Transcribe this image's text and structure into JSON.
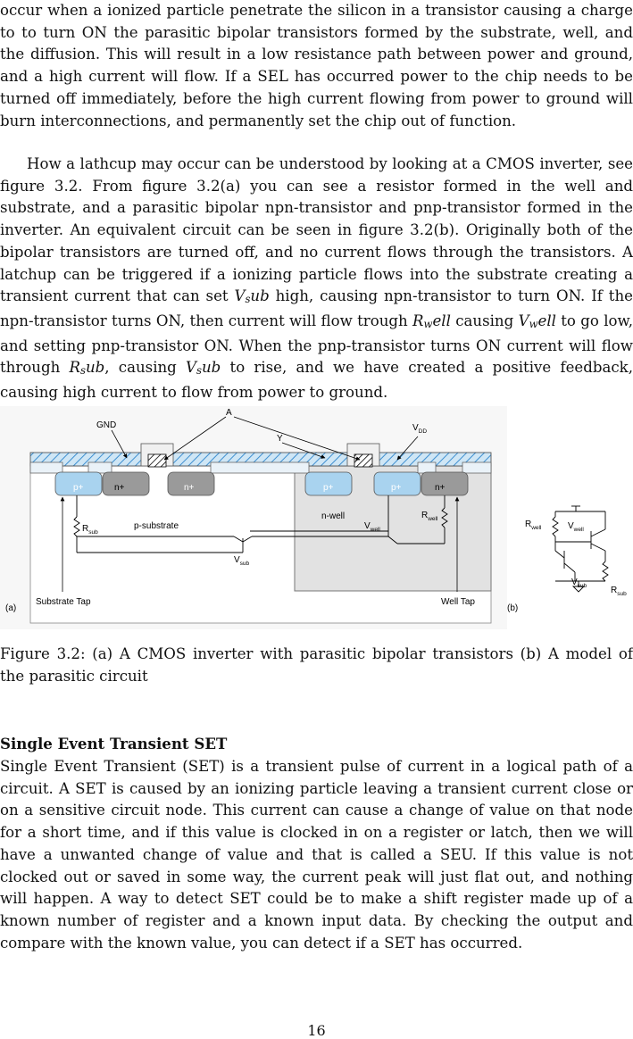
{
  "paragraph1": "occur when a ionized particle penetrate the silicon in a transistor causing a charge to to turn ON the parasitic bipolar transistors formed by the substrate, well, and the diffusion. This will result in a low resistance path between power and ground, and a high current will flow. If a SEL has occurred power to the chip needs to be turned off immediately, before the high current flowing from power to ground will burn interconnections, and permanently set the chip out of function.",
  "paragraph2": {
    "s1": "How a lathcup may occur can be understood by looking at a CMOS inverter, see figure 3.2. From figure 3.2(a) you can see a resistor formed in the well and substrate, and a parasitic bipolar npn-transistor and pnp-transistor formed in the inverter. An equivalent circuit can be seen in figure 3.2(b). Originally both of the bipolar transistors are turned off, and no current flows through the transistors. A latchup can be triggered if a ionizing particle flows into the substrate creating a transient current that can set ",
    "v1": "V",
    "v1s": "s",
    "v1r": "ub",
    "s2": " high, causing npn-transistor to turn ON. If the npn-transistor turns ON, then current will flow trough ",
    "v2": "R",
    "v2s": "w",
    "v2r": "ell",
    "s3": " causing ",
    "v3": "V",
    "v3s": "w",
    "v3r": "ell",
    "s4": " to go low, and setting pnp-transistor ON. When the pnp-transistor turns ON current will flow through ",
    "v4": "R",
    "v4s": "s",
    "v4r": "ub",
    "s5": ", causing ",
    "v5": "V",
    "v5s": "s",
    "v5r": "ub",
    "s6": " to rise, and we have created a positive feedback, causing high current to flow from power to ground."
  },
  "figure": {
    "labels": {
      "gnd": "GND",
      "a": "A",
      "y": "Y",
      "vdd": "V",
      "vdd_sub": "DD",
      "p1": "p+",
      "n1": "n+",
      "n2": "n+",
      "p2": "p+",
      "p3": "p+",
      "n3": "n+",
      "rsub": "R",
      "rsub_sub": "sub",
      "psub": "p-substrate",
      "nwell": "n-well",
      "vwell": "V",
      "vwell_sub": "well",
      "rwell": "R",
      "rwell_sub": "well",
      "vsub": "V",
      "vsub_sub": "sub",
      "substrate_tap": "Substrate Tap",
      "well_tap": "Well Tap",
      "panel_a": "(a)",
      "panel_b": "(b)",
      "b_rwell": "R",
      "b_rwell_sub": "well",
      "b_vwell": "V",
      "b_vwell_sub": "well",
      "b_vsub": "V",
      "b_vsub_sub": "sub",
      "b_rsub": "R",
      "b_rsub_sub": "sub"
    }
  },
  "caption": "Figure 3.2: (a) A CMOS inverter with parasitic bipolar transistors (b) A model of the parasitic circuit",
  "section_title": "Single Event Transient SET",
  "paragraph3": "Single Event Transient (SET) is a transient pulse of current in a logical path of a circuit. A SET is caused by an ionizing particle leaving a transient current close or on a sensitive circuit node. This current can cause a change of value on that node for a short time, and if this value is clocked in on a register or latch, then we will have a unwanted change of value and that is called a SEU. If this value is not clocked out or saved in some way, the current peak will just flat out, and nothing will happen. A way to detect SET could be to make a shift register made up of a known number of register and a known input data. By checking the output and compare with the known value, you can detect if a SET has occurred.",
  "page_number": "16"
}
